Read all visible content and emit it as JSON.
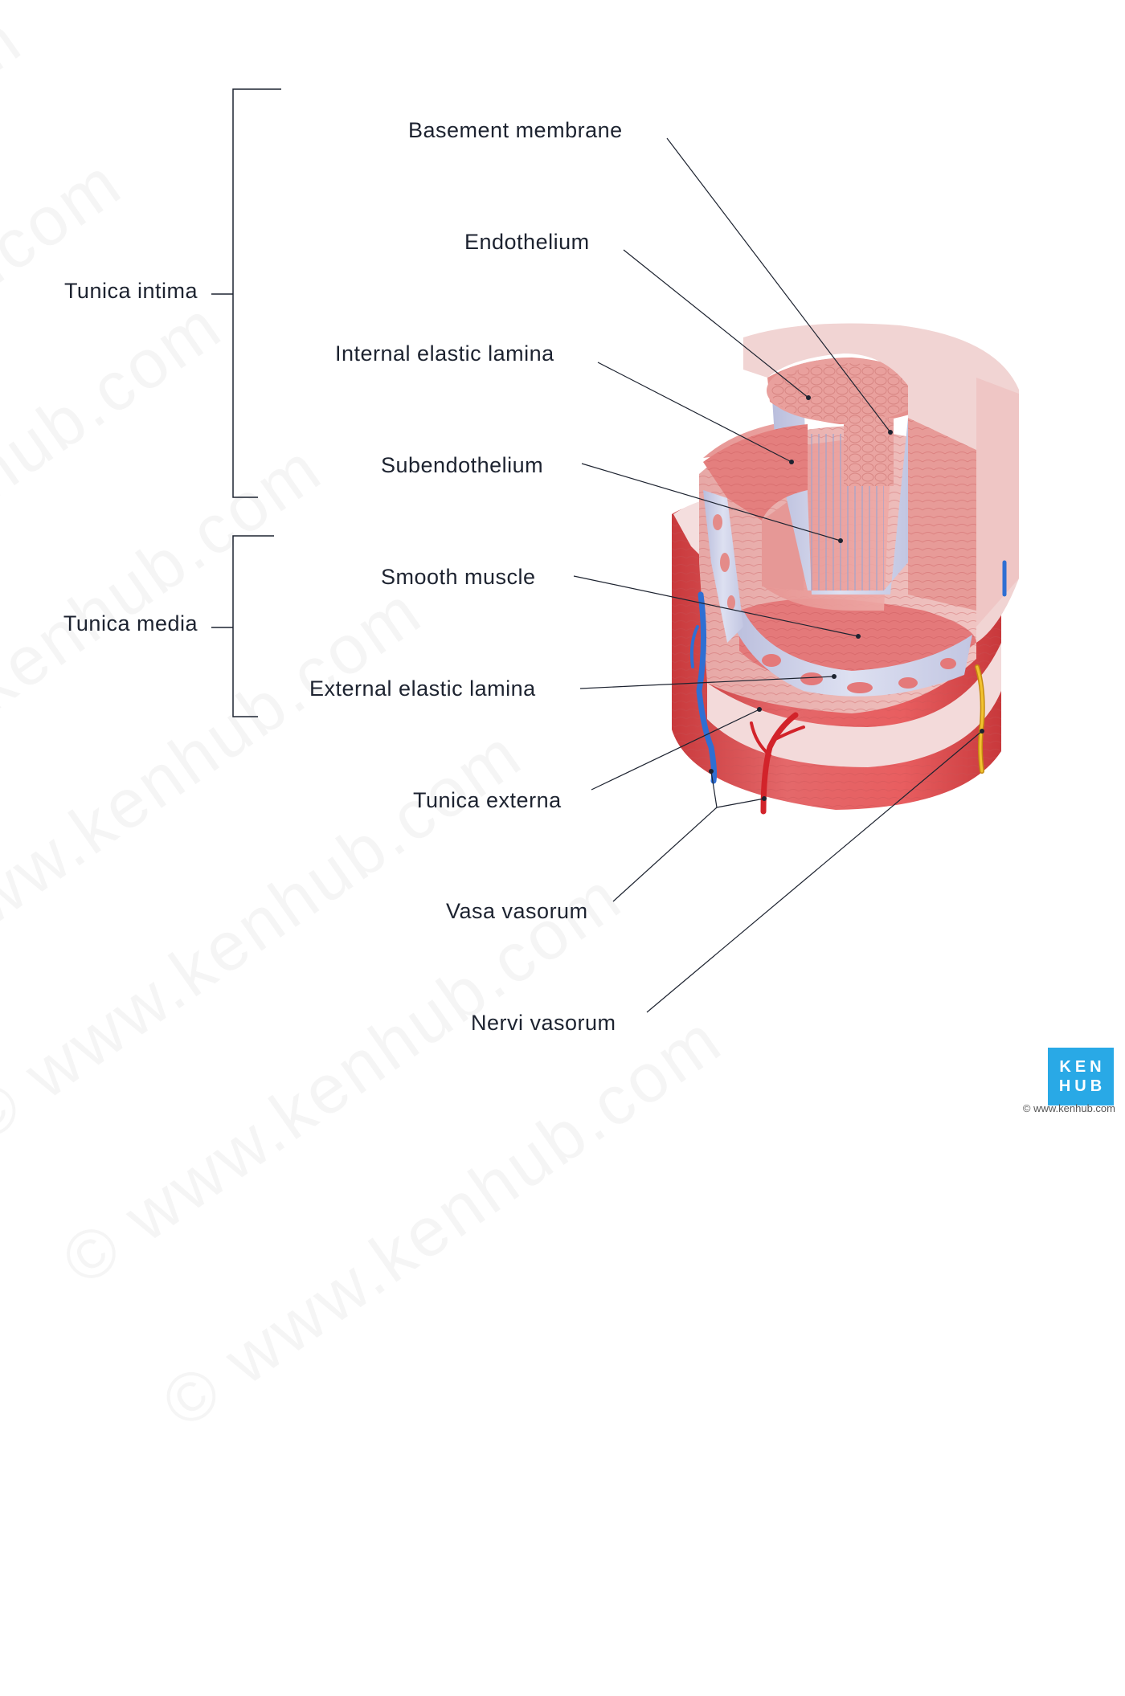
{
  "groups": {
    "intima": "Tunica intima",
    "media": "Tunica media"
  },
  "labels": {
    "basement": "Basement membrane",
    "endothelium": "Endothelium",
    "internal_elastic": "Internal elastic lamina",
    "subendothelium": "Subendothelium",
    "smooth_muscle": "Smooth muscle",
    "external_elastic": "External elastic lamina",
    "externa": "Tunica externa",
    "vasa": "Vasa vasorum",
    "nervi": "Nervi vasorum"
  },
  "watermark": "© www.kenhub.com",
  "logo": {
    "line1": "KEN",
    "line2": "HUB"
  },
  "credit": "© www.kenhub.com",
  "colors": {
    "muscle": "#e4686a",
    "muscle_dark": "#c9393c",
    "cut_surface": "#e8a3a0",
    "elastic": "#cfd3ea",
    "externa_cut": "#f2dcdc",
    "vein": "#2f6fd3",
    "artery": "#d2232a",
    "nerve": "#f2c230",
    "logo": "#29a9e6"
  }
}
